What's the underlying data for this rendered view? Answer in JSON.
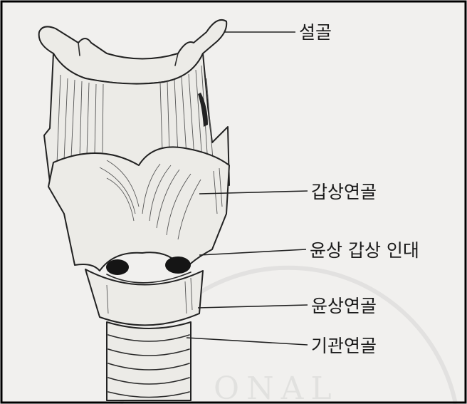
{
  "labels": {
    "hyoid": "설골",
    "thyroid_cartilage": "갑상연골",
    "cricothyroid_ligament": "윤상 갑상 인대",
    "cricoid_cartilage": "윤상연골",
    "tracheal_cartilage": "기관연골"
  },
  "watermark": "ONAL"
}
